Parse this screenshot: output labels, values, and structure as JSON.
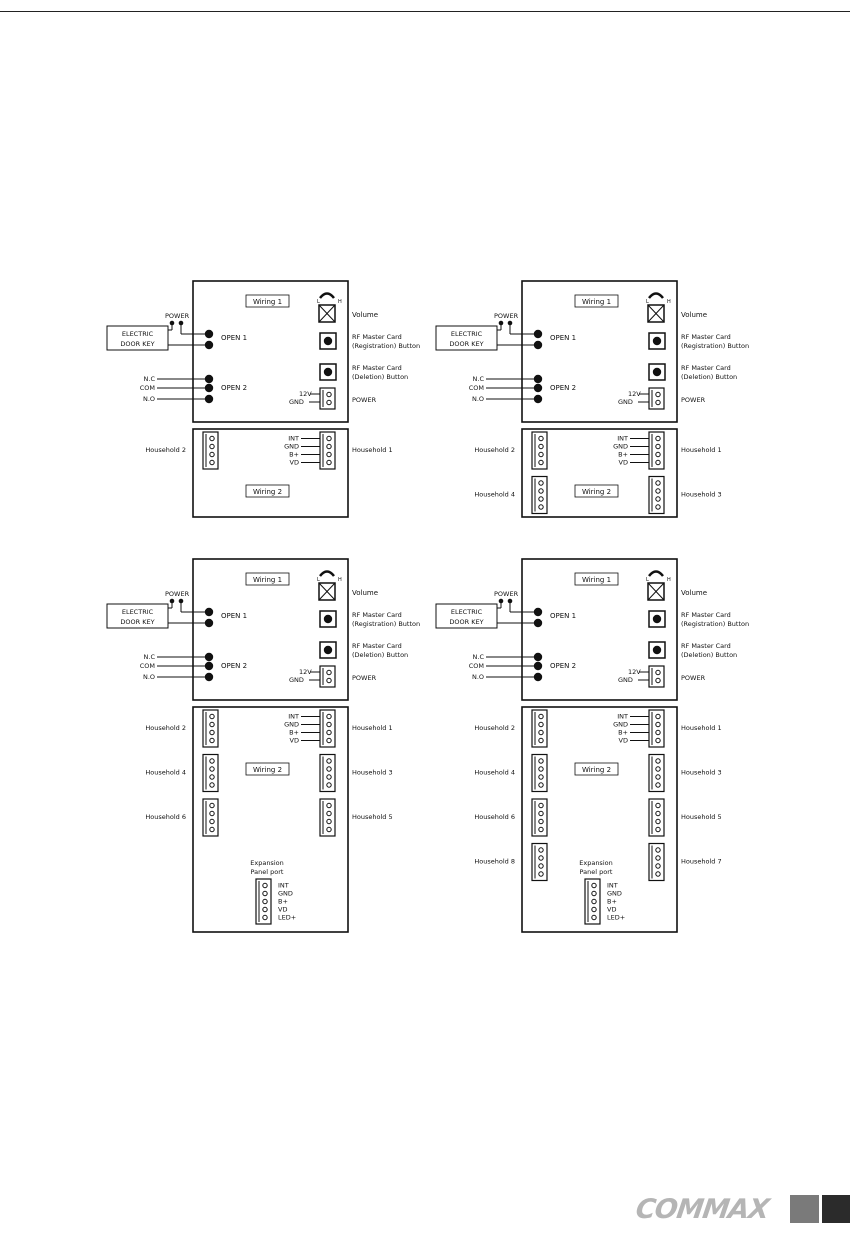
{
  "labels": {
    "wiring1": "Wiring 1",
    "wiring2": "Wiring 2",
    "volume": "Volume",
    "vol_low": "L",
    "vol_high": "H",
    "rf_reg_1": "RF Master Card",
    "rf_reg_2": "(Registration) Button",
    "rf_del_1": "RF Master Card",
    "rf_del_2": "(Deletion) Button",
    "power": "POWER",
    "v12": "12V",
    "gnd": "GND",
    "power_in": "POWER",
    "door_key_1": "ELECTRIC",
    "door_key_2": "DOOR KEY",
    "open1": "OPEN 1",
    "open2": "OPEN 2",
    "nc": "N.C",
    "com": "COM",
    "no": "N.O",
    "int": "INT",
    "bplus": "B+",
    "vd": "VD",
    "led": "LED+",
    "expansion_1": "Expansion",
    "expansion_2": "Panel port",
    "household_1": "Household 1",
    "household_2": "Household 2",
    "household_3": "Household 3",
    "household_4": "Household 4",
    "household_5": "Household 5",
    "household_6": "Household 6",
    "household_7": "Household 7",
    "household_8": "Household 8"
  },
  "diagrams": [
    {
      "name": "diagram-2-households",
      "households": 2,
      "expansion": false
    },
    {
      "name": "diagram-4-households",
      "households": 4,
      "expansion": false
    },
    {
      "name": "diagram-6-households",
      "households": 6,
      "expansion": true
    },
    {
      "name": "diagram-8-households",
      "households": 8,
      "expansion": true
    }
  ],
  "footer": {
    "brand": "COMMAX"
  }
}
